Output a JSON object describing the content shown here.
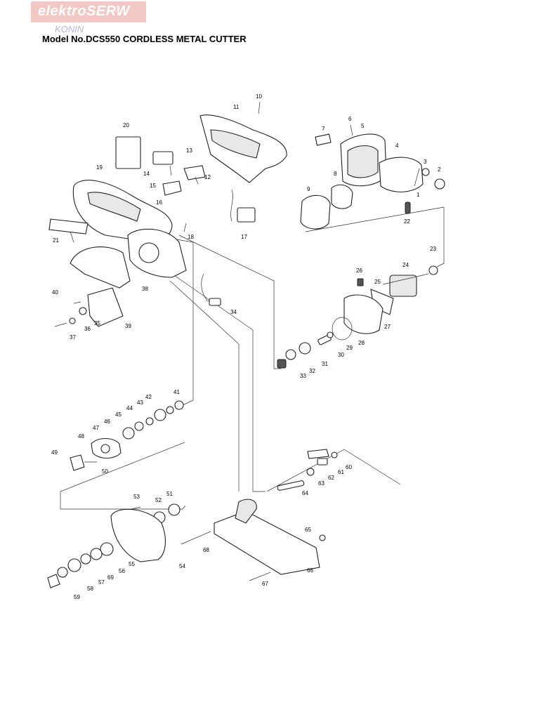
{
  "header": {
    "logo_main": "elektroSERW",
    "logo_sub": "KONIN",
    "model_title": "Model No.DCS550 CORDLESS METAL CUTTER"
  },
  "colors": {
    "logo_bg": "#f3c7c4",
    "logo_sub_text": "#b9b2d8",
    "line": "#333333"
  },
  "part_numbers": [
    "1",
    "2",
    "3",
    "4",
    "5",
    "6",
    "7",
    "8",
    "9",
    "10",
    "11",
    "12",
    "13",
    "14",
    "15",
    "16",
    "17",
    "18",
    "19",
    "20",
    "21",
    "22",
    "23",
    "24",
    "25",
    "26",
    "27",
    "28",
    "29",
    "30",
    "31",
    "32",
    "33",
    "34",
    "35",
    "36",
    "37",
    "38",
    "39",
    "40",
    "41",
    "42",
    "43",
    "44",
    "45",
    "46",
    "47",
    "48",
    "49",
    "50",
    "51",
    "52",
    "53",
    "54",
    "55",
    "56",
    "57",
    "58",
    "59",
    "60",
    "61",
    "62",
    "63",
    "64",
    "65",
    "66",
    "67",
    "68",
    "69"
  ]
}
